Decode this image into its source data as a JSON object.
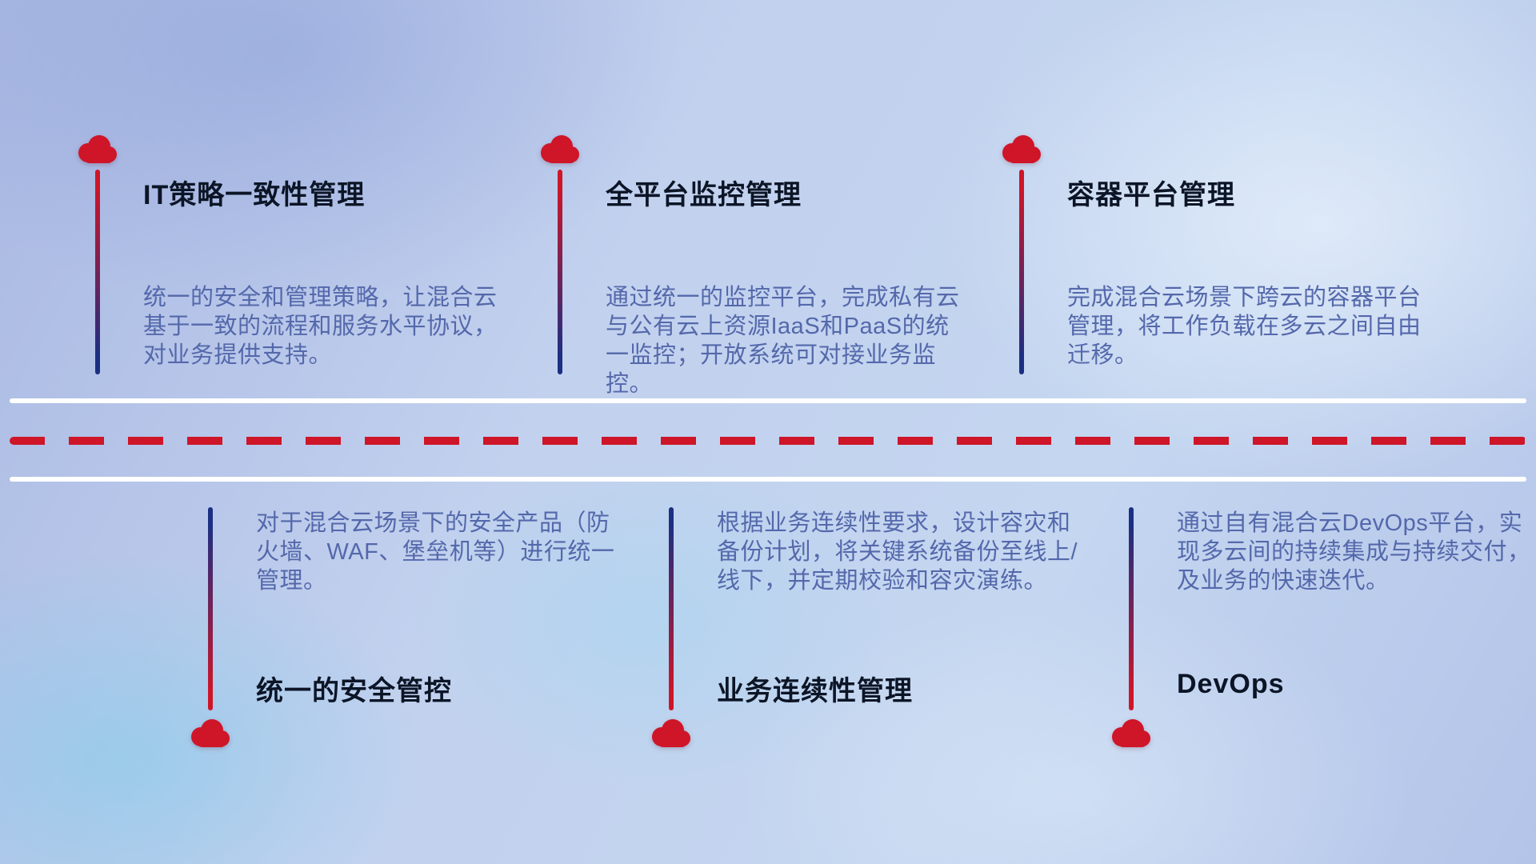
{
  "top_items": [
    {
      "icon": "cloud-icon",
      "title": "IT策略一致性管理",
      "description": "统一的安全和管理策略，让混合云基于一致的流程和服务水平协议，对业务提供支持。"
    },
    {
      "icon": "cloud-icon",
      "title": "全平台监控管理",
      "description": "通过统一的监控平台，完成私有云与公有云上资源IaaS和PaaS的统一监控；开放系统可对接业务监控。"
    },
    {
      "icon": "cloud-icon",
      "title": "容器平台管理",
      "description": "完成混合云场景下跨云的容器平台管理，将工作负载在多云之间自由迁移。"
    }
  ],
  "bottom_items": [
    {
      "icon": "cloud-icon",
      "title": "统一的安全管控",
      "description": "对于混合云场景下的安全产品（防火墙、WAF、堡垒机等）进行统一管理。"
    },
    {
      "icon": "cloud-icon",
      "title": "业务连续性管理",
      "description": "根据业务连续性要求，设计容灾和备份计划，将关键系统备份至线上/线下，并定期校验和容灾演练。"
    },
    {
      "icon": "cloud-icon",
      "title": "DevOps",
      "description": "通过自有混合云DevOps平台，实现多云间的持续集成与持续交付，及业务的快速迭代。"
    }
  ],
  "colors": {
    "accent_red": "#cf1528",
    "accent_blue": "#1b2f83",
    "title_color": "#0c1526",
    "description_color": "#5468ab",
    "divider_white": "#ffffff"
  }
}
